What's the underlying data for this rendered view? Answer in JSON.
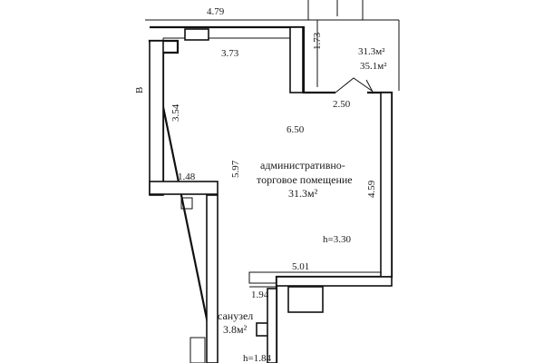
{
  "dimensions": {
    "top_outer": "4.79",
    "top_inner": "3.73",
    "right_top": "1.73",
    "left_side": "3.54",
    "center_width": "6.50",
    "center_height": "5.97",
    "left_notch": "1.48",
    "right_side": "4.59",
    "bottom_width": "5.01",
    "bottom_left": "1.94",
    "door_step": "2.50"
  },
  "areas": {
    "top_right_1": "31.3м²",
    "top_right_2": "35.1м²"
  },
  "main_room": {
    "line1": "административно-",
    "line2": "торговое помещение",
    "area": "31.3м²",
    "height": "h=3.30"
  },
  "bathroom": {
    "name": "санузел",
    "area": "3.8м²",
    "height": "h=1.84"
  },
  "misc": {
    "left_mark": "В"
  }
}
